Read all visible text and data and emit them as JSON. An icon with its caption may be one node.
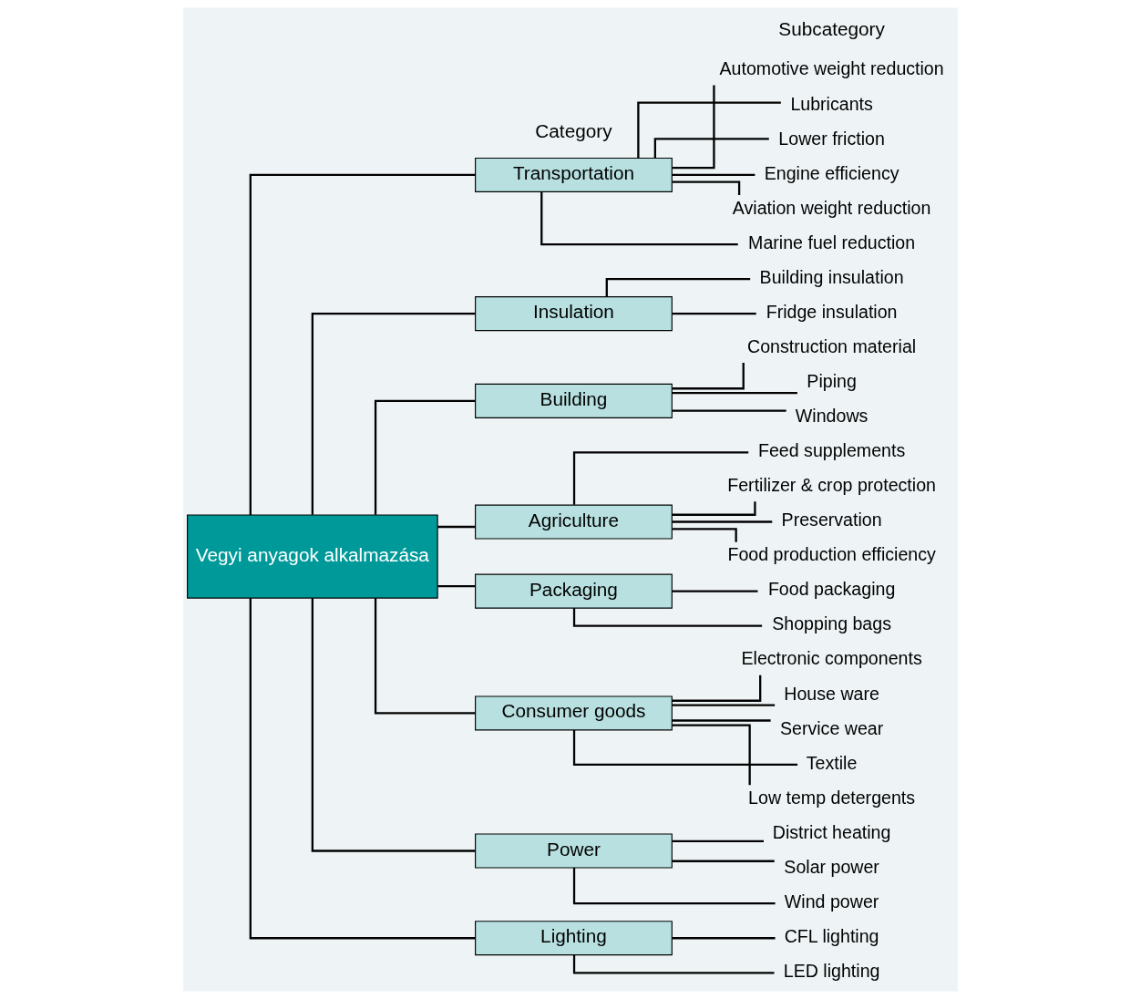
{
  "diagram": {
    "nodes": [
      {
        "text": [
          "Vegyi anyagok alkalmazása"
        ]
      },
      {
        "text": [
          "Transportation"
        ]
      },
      {
        "text": [
          "Automotive weight reduction"
        ]
      },
      {
        "text": [
          "Lubricants"
        ]
      },
      {
        "text": [
          "Lower friction"
        ]
      },
      {
        "text": [
          "Engine efficiency"
        ]
      },
      {
        "text": [
          "Aviation weight reduction"
        ]
      },
      {
        "text": [
          "Marine fuel reduction"
        ]
      },
      {
        "text": [
          "Insulation"
        ]
      },
      {
        "text": [
          "Building insulation"
        ]
      },
      {
        "text": [
          "Fridge insulation"
        ]
      },
      {
        "text": [
          "Building"
        ]
      },
      {
        "text": [
          "Construction material"
        ]
      },
      {
        "text": [
          "Piping"
        ]
      },
      {
        "text": [
          "Windows"
        ]
      },
      {
        "text": [
          "Agriculture"
        ]
      },
      {
        "text": [
          "Feed supplements"
        ]
      },
      {
        "text": [
          "Fertilizer & crop protection"
        ]
      },
      {
        "text": [
          "Preservation"
        ]
      },
      {
        "text": [
          "Food production efficiency"
        ]
      },
      {
        "text": [
          "Packaging"
        ]
      },
      {
        "text": [
          "Food packaging"
        ]
      },
      {
        "text": [
          "Shopping bags"
        ]
      },
      {
        "text": [
          "Consumer goods"
        ]
      },
      {
        "text": [
          "Electronic components"
        ]
      },
      {
        "text": [
          "House ware"
        ]
      },
      {
        "text": [
          "Service wear"
        ]
      },
      {
        "text": [
          "Textile"
        ]
      },
      {
        "text": [
          "Low temp detergents"
        ]
      },
      {
        "text": [
          "Power"
        ]
      },
      {
        "text": [
          "District heating"
        ]
      },
      {
        "text": [
          "Solar power"
        ]
      },
      {
        "text": [
          "Wind power"
        ]
      },
      {
        "text": [
          "Lighting"
        ]
      },
      {
        "text": [
          "CFL lighting"
        ]
      },
      {
        "text": [
          "LED lighting"
        ]
      }
    ],
    "edges": [
      {
        "from": 0,
        "to": 1,
        "arrow": "none"
      },
      {
        "from": 0,
        "to": 8,
        "arrow": "none"
      },
      {
        "from": 0,
        "to": 11,
        "arrow": "none"
      },
      {
        "from": 0,
        "to": 15,
        "arrow": "none"
      },
      {
        "from": 0,
        "to": 20,
        "arrow": "none"
      },
      {
        "from": 0,
        "to": 23,
        "arrow": "none"
      },
      {
        "from": 0,
        "to": 29,
        "arrow": "none"
      },
      {
        "from": 0,
        "to": 33,
        "arrow": "none"
      },
      {
        "from": 1,
        "to": 2,
        "arrow": "none"
      },
      {
        "from": 1,
        "to": 3,
        "arrow": "none"
      },
      {
        "from": 1,
        "to": 4,
        "arrow": "none"
      },
      {
        "from": 1,
        "to": 5,
        "arrow": "none"
      },
      {
        "from": 1,
        "to": 6,
        "arrow": "none"
      },
      {
        "from": 1,
        "to": 7,
        "arrow": "none"
      },
      {
        "from": 8,
        "to": 9,
        "arrow": "none"
      },
      {
        "from": 8,
        "to": 10,
        "arrow": "none"
      },
      {
        "from": 11,
        "to": 12,
        "arrow": "none"
      },
      {
        "from": 11,
        "to": 13,
        "arrow": "none"
      },
      {
        "from": 11,
        "to": 14,
        "arrow": "none"
      },
      {
        "from": 15,
        "to": 16,
        "arrow": "none"
      },
      {
        "from": 15,
        "to": 17,
        "arrow": "none"
      },
      {
        "from": 15,
        "to": 18,
        "arrow": "none"
      },
      {
        "from": 15,
        "to": 19,
        "arrow": "none"
      },
      {
        "from": 20,
        "to": 21,
        "arrow": "none"
      },
      {
        "from": 20,
        "to": 22,
        "arrow": "none"
      },
      {
        "from": 23,
        "to": 24,
        "arrow": "none"
      },
      {
        "from": 23,
        "to": 25,
        "arrow": "none"
      },
      {
        "from": 23,
        "to": 26,
        "arrow": "none"
      },
      {
        "from": 23,
        "to": 27,
        "arrow": "none"
      },
      {
        "from": 23,
        "to": 28,
        "arrow": "none"
      },
      {
        "from": 29,
        "to": 30,
        "arrow": "none"
      },
      {
        "from": 29,
        "to": 31,
        "arrow": "none"
      },
      {
        "from": 29,
        "to": 32,
        "arrow": "none"
      },
      {
        "from": 33,
        "to": 34,
        "arrow": "none"
      },
      {
        "from": 33,
        "to": 35,
        "arrow": "none"
      }
    ],
    "labels": [
      "Category",
      "Subcategory"
    ]
  }
}
